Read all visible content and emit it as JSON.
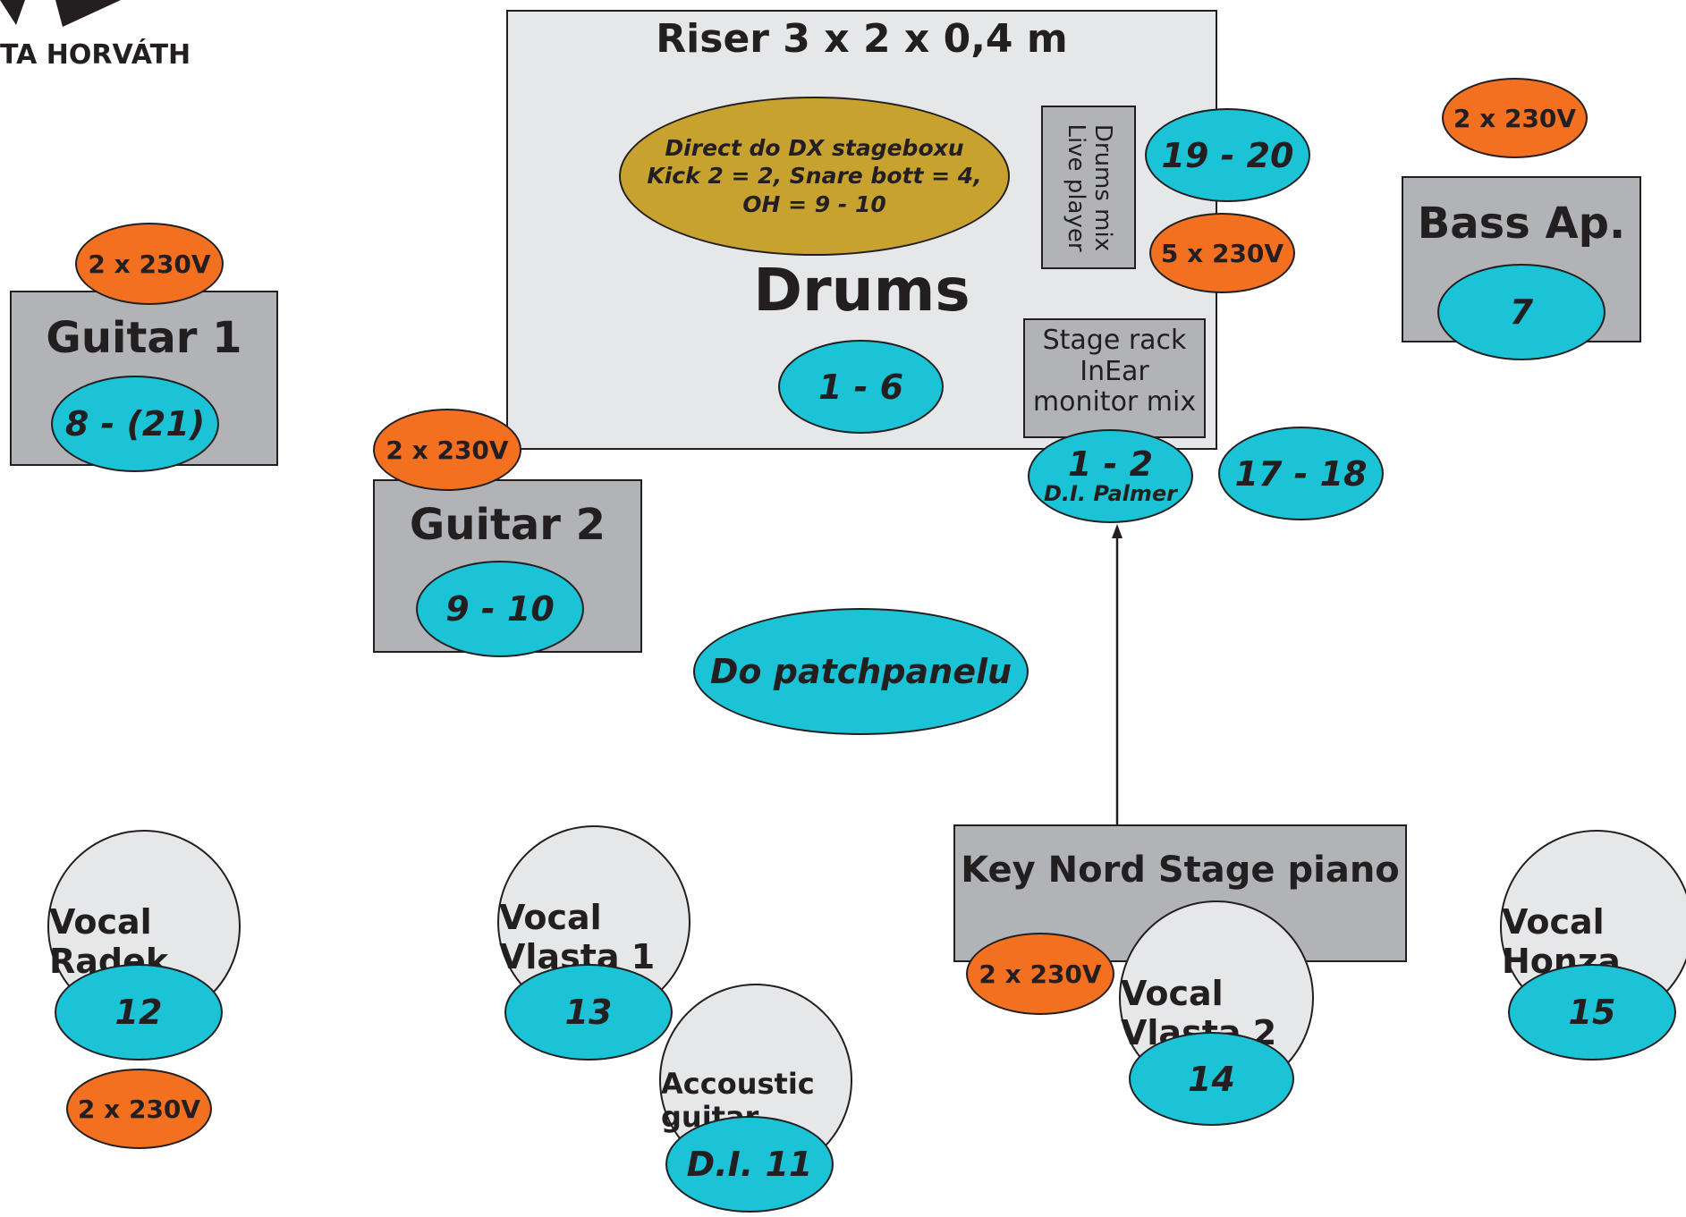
{
  "logo": {
    "text": "TA HORVÁTH"
  },
  "riser": {
    "title": "Riser 3 x 2 x 0,4 m",
    "drums_label": "Drums",
    "drums_channels": "1 - 6"
  },
  "direct_note": {
    "line1": "Direct do DX stageboxu",
    "line2": "Kick 2 = 2, Snare bott = 4,",
    "line3": "OH = 9 - 10"
  },
  "drums_mix": {
    "line1": "Drums mix",
    "line2": "Live player"
  },
  "stage_rack": {
    "line1": "Stage rack",
    "line2": "InEar",
    "line3": "monitor mix"
  },
  "inear": {
    "channels": "1 - 2",
    "sub": "D.I. Palmer"
  },
  "ch_17_18": "17 - 18",
  "ch_19_20": "19 - 20",
  "power": {
    "drums": "5 x 230V",
    "bass": "2 x 230V",
    "guitar1": "2 x 230V",
    "guitar2": "2 x 230V",
    "keys": "2 x 230V",
    "vocal_radek": "2 x 230V"
  },
  "bass": {
    "label": "Bass Ap.",
    "channel": "7"
  },
  "guitar1": {
    "label": "Guitar 1",
    "channel": "8 - (21)"
  },
  "guitar2": {
    "label": "Guitar 2",
    "channel": "9 - 10"
  },
  "patch": "Do patchpanelu",
  "keys": {
    "label": "Key Nord Stage piano"
  },
  "vocal_radek": {
    "line1": "Vocal",
    "line2": "Radek",
    "channel": "12"
  },
  "vocal_vlasta1": {
    "line1": "Vocal",
    "line2": "Vlasta 1",
    "channel": "13"
  },
  "acoustic": {
    "line1": "Accoustic",
    "line2": "guitar",
    "channel": "D.I. 11"
  },
  "vocal_vlasta2": {
    "line1": "Vocal",
    "line2": "Vlasta 2",
    "channel": "14"
  },
  "vocal_honza": {
    "line1": "Vocal",
    "line2": "Honza",
    "channel": "15"
  },
  "colors": {
    "cyan": "#1bc3d6",
    "orange": "#f37021",
    "grey_box": "#b1b3b6",
    "light": "#e6e7e8",
    "gold": "#c8a22e"
  }
}
